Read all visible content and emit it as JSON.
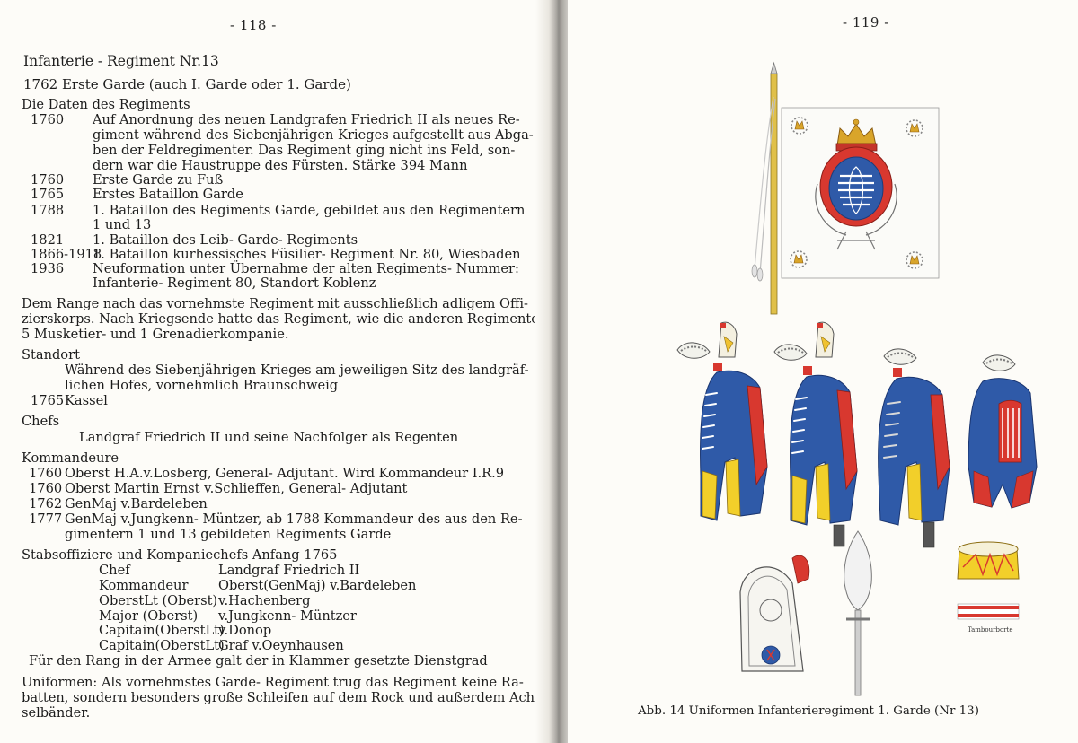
{
  "left_page": {
    "page_number": "- 118 -",
    "heading": "Infanterie - Regiment Nr.13",
    "subheading": "1762 Erste Garde (auch I. Garde oder 1. Garde)",
    "daten_label": "Die Daten des Regiments",
    "daten": [
      {
        "year": "1760",
        "lines": [
          "Auf Anordnung des neuen Landgrafen Friedrich II als neues Re-",
          "giment während des Siebenjährigen Krieges aufgestellt aus Abga-",
          "ben der Feldregimenter. Das Regiment ging nicht ins Feld, son-",
          "dern war die Haustruppe des Fürsten. Stärke 394 Mann"
        ]
      },
      {
        "year": "1760",
        "lines": [
          "Erste Garde zu Fuß"
        ]
      },
      {
        "year": "1765",
        "lines": [
          "Erstes Bataillon Garde"
        ]
      },
      {
        "year": "1788",
        "lines": [
          "1. Bataillon des Regiments Garde, gebildet aus den Regimentern",
          "1 und 13"
        ]
      },
      {
        "year": "1821",
        "lines": [
          "1. Bataillon des Leib- Garde- Regiments"
        ]
      },
      {
        "year": "1866-1918",
        "lines": [
          "1. Bataillon kurhessisches Füsilier- Regiment Nr. 80, Wiesbaden"
        ]
      },
      {
        "year": "1936",
        "lines": [
          "Neuformation unter Übernahme der alten Regiments- Nummer:",
          "Infanterie- Regiment 80, Standort Koblenz"
        ]
      }
    ],
    "rang_paragraph": [
      "Dem Range nach das vornehmste Regiment mit ausschließlich adligem Offi-",
      "zierskorps. Nach Kriegsende hatte das Regiment, wie die anderen Regimenter",
      "5 Musketier- und 1 Grenadierkompanie."
    ],
    "standort_label": "Standort",
    "standort_lines": [
      "Während des Siebenjährigen Krieges am jeweiligen Sitz des landgräf-",
      "lichen Hofes, vornehmlich Braunschweig"
    ],
    "standort_year": "1765",
    "standort_place": "Kassel",
    "chefs_label": "Chefs",
    "chefs_text": "Landgraf Friedrich II und seine Nachfolger als Regenten",
    "kommandeure_label": "Kommandeure",
    "kommandeure": [
      {
        "year": "1760",
        "text": "Oberst H.A.v.Losberg, General- Adjutant. Wird Kommandeur I.R.9"
      },
      {
        "year": "1760",
        "text": "Oberst Martin Ernst v.Schlieffen, General- Adjutant"
      },
      {
        "year": "1762",
        "text": "GenMaj v.Bardeleben"
      },
      {
        "year": "1777",
        "text": "GenMaj v.Jungkenn- Müntzer, ab 1788 Kommandeur des aus den Re-"
      }
    ],
    "kommandeure_cont": "gimentern 1 und 13 gebildeten Regiments Garde",
    "stab_label": "Stabsoffiziere und Kompaniechefs Anfang 1765",
    "stab": [
      {
        "rank": "Chef",
        "name": "Landgraf Friedrich II"
      },
      {
        "rank": "Kommandeur",
        "name": "Oberst(GenMaj) v.Bardeleben"
      },
      {
        "rank": "OberstLt (Oberst)",
        "name": "v.Hachenberg"
      },
      {
        "rank": "Major (Oberst)",
        "name": "v.Jungkenn- Müntzer"
      },
      {
        "rank": "Capitain(OberstLt)",
        "name": "v.Donop"
      },
      {
        "rank": "Capitain(OberstLt)",
        "name": "Graf v.Oeynhausen"
      }
    ],
    "stab_note": "Für den Rang in der Armee galt der in Klammer gesetzte Dienstgrad",
    "uniformen": [
      "Uniformen: Als vornehmstes Garde- Regiment trug das Regiment keine Ra-",
      "batten, sondern besonders große Schleifen auf dem Rock und außerdem Ach-",
      "selbänder."
    ]
  },
  "right_page": {
    "page_number": "- 119 -",
    "tambour_label": "Tambourborte",
    "caption": "Abb. 14 Uniformen Infanterieregiment 1. Garde (Nr 13)"
  },
  "colors": {
    "coat_blue": "#2f5aa8",
    "facing_red": "#d8382f",
    "breeches_yellow": "#f2cf2a",
    "crown_gold": "#d9a52a"
  }
}
